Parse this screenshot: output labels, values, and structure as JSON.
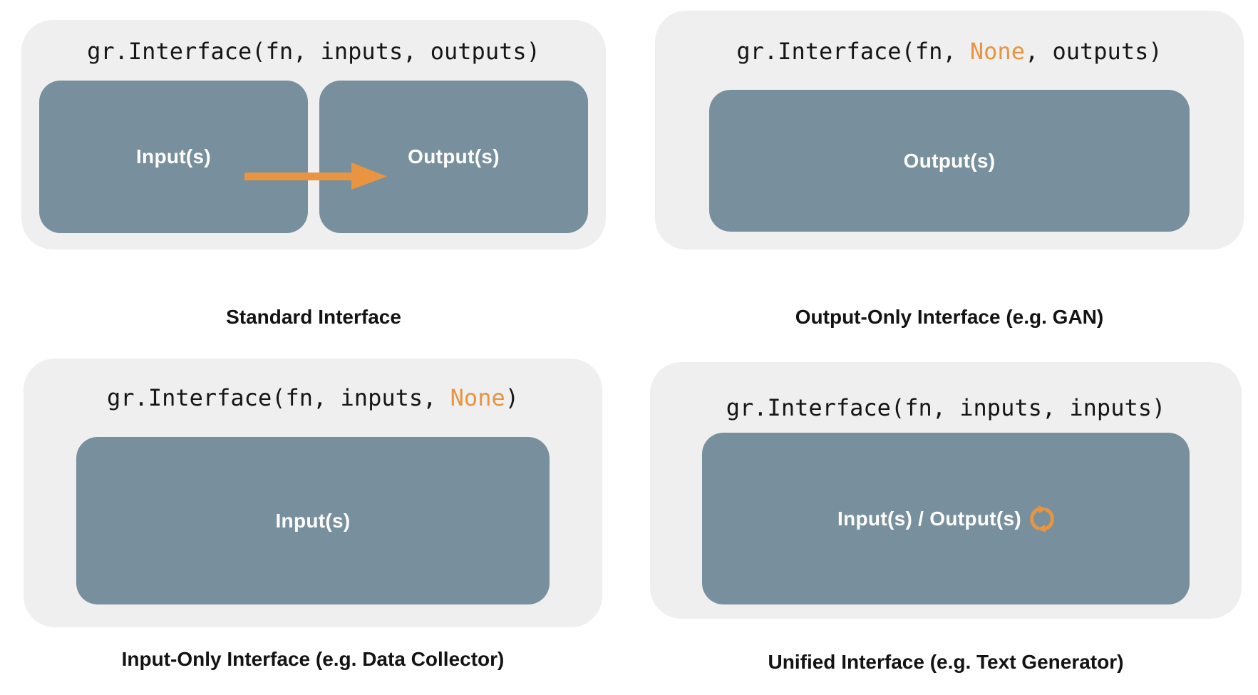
{
  "colors": {
    "panel_bg": "#efefef",
    "box_bg": "#78909d",
    "accent_orange": "#e89440",
    "text_dark": "#131313",
    "box_text": "#ffffff"
  },
  "panels": [
    {
      "name": "standard-interface",
      "code": {
        "pre": "gr.Interface(fn, inputs, outputs)",
        "highlight": "",
        "post": ""
      },
      "boxes": [
        {
          "label": "Input(s)"
        },
        {
          "label": "Output(s)"
        }
      ],
      "caption": "Standard Interface"
    },
    {
      "name": "output-only-interface",
      "code": {
        "pre": "gr.Interface(fn, ",
        "highlight": "None",
        "post": ", outputs)"
      },
      "boxes": [
        {
          "label": "Output(s)"
        }
      ],
      "caption": "Output-Only Interface (e.g. GAN)"
    },
    {
      "name": "input-only-interface",
      "code": {
        "pre": "gr.Interface(fn, inputs, ",
        "highlight": "None",
        "post": ")"
      },
      "boxes": [
        {
          "label": "Input(s)"
        }
      ],
      "caption": "Input-Only Interface (e.g. Data Collector)"
    },
    {
      "name": "unified-interface",
      "code": {
        "pre": "gr.Interface(fn, inputs, inputs)",
        "highlight": "",
        "post": ""
      },
      "boxes": [
        {
          "label": "Input(s) / Output(s)"
        }
      ],
      "caption": "Unified Interface (e.g. Text Generator)"
    }
  ]
}
